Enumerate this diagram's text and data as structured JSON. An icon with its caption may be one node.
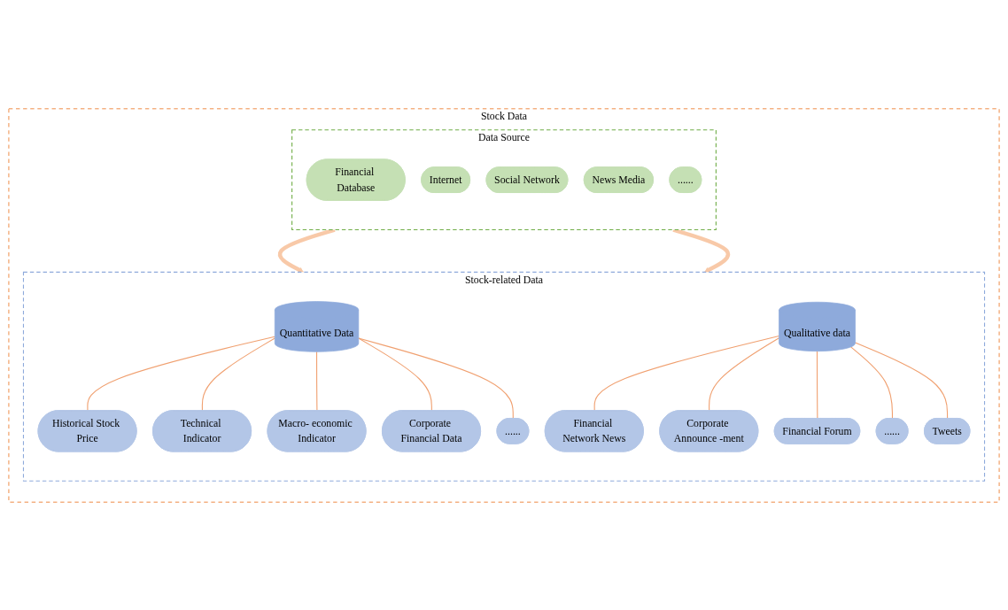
{
  "diagram": {
    "nodes": [
      {
        "text": [
          "Stock Data"
        ]
      },
      {
        "text": [
          "Stock-related Data"
        ],
        "in": 0
      },
      {
        "text": [
          "Quantitative Data"
        ],
        "in": 1
      },
      {
        "text": [
          "Historical Stock Price"
        ],
        "in": 1
      },
      {
        "text": [
          "Technical Indicator"
        ],
        "in": 1
      },
      {
        "text": [
          "Macro- economic Indicator"
        ],
        "in": 1
      },
      {
        "text": [
          "Corporate Financial Data"
        ],
        "in": 1
      },
      {
        "text": [
          "......"
        ],
        "in": 1
      },
      {
        "text": [
          "Qualitative data"
        ],
        "in": 1
      },
      {
        "text": [
          "Financial Network News"
        ],
        "in": 1
      },
      {
        "text": [
          "Corporate Announce -ment"
        ],
        "in": 1
      },
      {
        "text": [
          "Financial Forum"
        ],
        "in": 1
      },
      {
        "text": [
          "......"
        ],
        "in": 1
      },
      {
        "text": [
          "Tweets"
        ],
        "in": 1
      },
      {
        "text": [
          "Data Source"
        ],
        "in": 0
      },
      {
        "text": [
          "Financial Database"
        ],
        "in": 14
      },
      {
        "text": [
          "Internet"
        ],
        "in": 14
      },
      {
        "text": [
          "Social Network"
        ],
        "in": 14
      },
      {
        "text": [
          "News Media"
        ],
        "in": 14
      },
      {
        "text": [
          "......"
        ],
        "in": 14
      }
    ],
    "edges": [
      {
        "from": 2,
        "to": 3,
        "arrow": "none"
      },
      {
        "from": 2,
        "to": 4,
        "arrow": "none"
      },
      {
        "from": 2,
        "to": 5,
        "arrow": "none"
      },
      {
        "from": 2,
        "to": 6,
        "arrow": "none"
      },
      {
        "from": 2,
        "to": 7,
        "arrow": "none"
      },
      {
        "from": 8,
        "to": 9,
        "arrow": "none"
      },
      {
        "from": 8,
        "to": 10,
        "arrow": "none"
      },
      {
        "from": 8,
        "to": 11,
        "arrow": "none"
      },
      {
        "from": 8,
        "to": 12,
        "arrow": "none"
      },
      {
        "from": 8,
        "to": 13,
        "arrow": "none"
      },
      {
        "from": 14,
        "to": 1,
        "arrow": "to",
        "style": "thick",
        "color": "#f8c9a8"
      },
      {
        "from": 14,
        "to": 1,
        "arrow": "to",
        "style": "thick",
        "color": "#f8c9a8"
      }
    ]
  }
}
